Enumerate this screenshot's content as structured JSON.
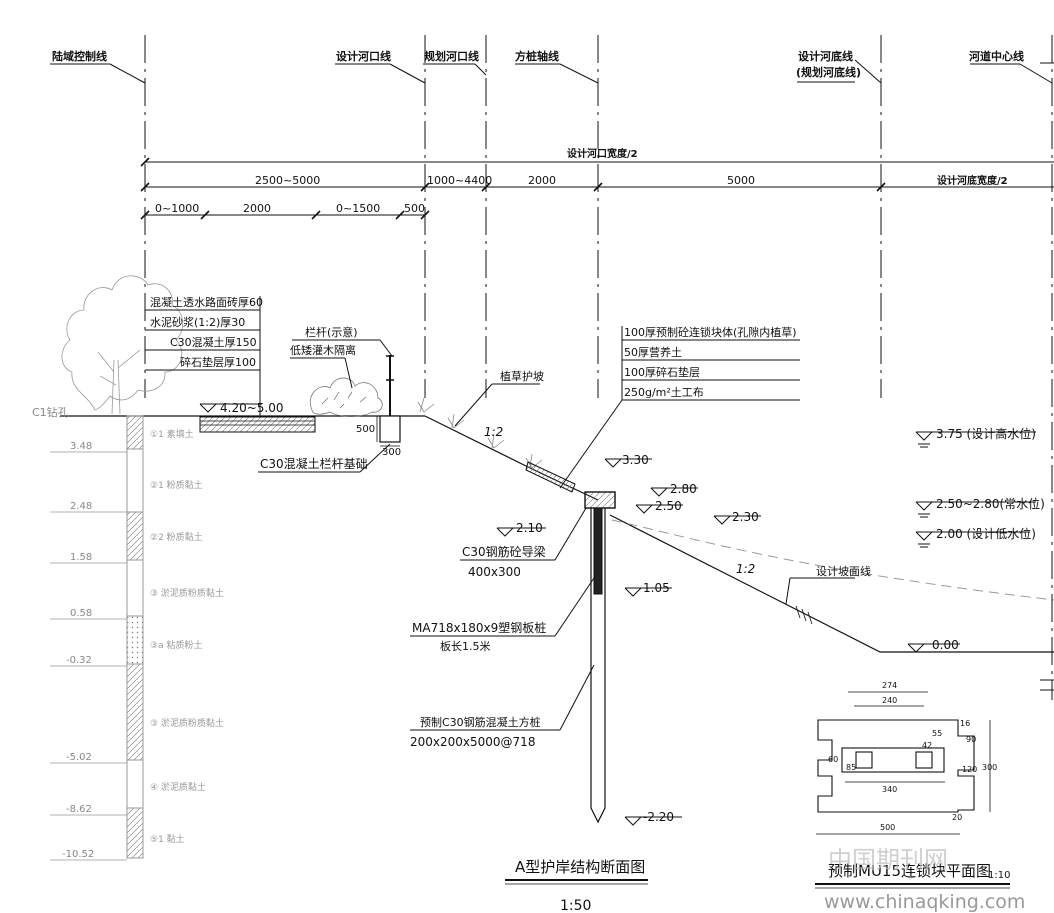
{
  "top_labels": {
    "land_control": "陆域控制线",
    "design_bank": "设计河口线",
    "plan_bank": "规划河口线",
    "pile_axis": "方桩轴线",
    "design_bottom_1": "设计河底线",
    "design_bottom_2": "(规划河底线)",
    "centerline": "河道中心线"
  },
  "dims": {
    "half_width": "设计河口宽度/2",
    "d1": "2500~5000",
    "d2": "1000~4400",
    "d3": "2000",
    "d4": "5000",
    "d5": "设计河底宽度/2",
    "s1": "0~1000",
    "s2": "2000",
    "s3": "0~1500",
    "s4": "500"
  },
  "pavement_layers": [
    "混凝土透水路面砖厚60",
    "水泥砂浆(1:2)厚30",
    "C30混凝土厚150",
    "碎石垫层厚100"
  ],
  "railing": [
    "栏杆(示意)",
    "低矮灌木隔离"
  ],
  "planting_slope": "植草护坡",
  "block_layers": [
    "100厚预制砼连锁块体(孔隙内植草)",
    "50厚营养土",
    "100厚碎石垫层",
    "250g/m²土工布"
  ],
  "elevations": {
    "top": "4.20~5.00",
    "e330": "3.30",
    "e280": "2.80",
    "e250": "2.50",
    "e230": "2.30",
    "e210": "2.10",
    "e105": "1.05",
    "e000": "0.00",
    "em220": "-2.20"
  },
  "water_levels": [
    "3.75 (设计高水位)",
    "2.50~2.80(常水位)",
    "2.00 (设计低水位)"
  ],
  "slopes": {
    "upper": "1:2",
    "lower": "1:2"
  },
  "railing_base": {
    "label": "C30混凝土栏杆基础",
    "h": "500",
    "w": "300"
  },
  "guide_beam": [
    "C30钢筋砼导梁",
    "400x300"
  ],
  "sheet_pile": [
    "MA718x180x9塑钢板桩",
    "板长1.5米"
  ],
  "square_pile": [
    "预制C30钢筋混凝土方桩",
    "200x200x5000@718"
  ],
  "design_slope_line": "设计坡面线",
  "borehole": {
    "name": "C1钻孔",
    "levels": [
      "3.48",
      "2.48",
      "1.58",
      "0.58",
      "-0.32",
      "-5.02",
      "-8.62",
      "-10.52"
    ],
    "strata": [
      "①1 素填土",
      "②1 粉质黏土",
      "②2 粉质黏土",
      "③ 淤泥质粉质黏土",
      "③a 粘质粉土",
      "③ 淤泥质粉质黏土",
      "④ 淤泥质黏土",
      "⑤1 黏土"
    ]
  },
  "block_dims": [
    "274",
    "240",
    "55",
    "16",
    "90",
    "300",
    "120",
    "42",
    "60",
    "85",
    "340",
    "500",
    "20"
  ],
  "titles": {
    "main": "A型护岸结构断面图",
    "main_scale": "1:50",
    "block": "预制MU15连锁块平面图",
    "block_scale": "1:10"
  },
  "watermark": {
    "cn": "中国期刊网",
    "url": "www.chinaqking.com"
  }
}
